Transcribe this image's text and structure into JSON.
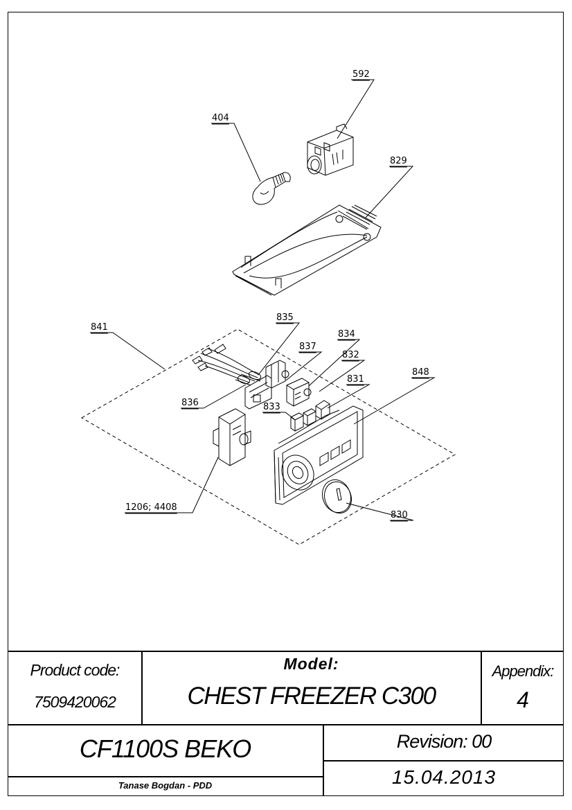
{
  "callouts": {
    "c404": "404",
    "c592": "592",
    "c829": "829",
    "c835": "835",
    "c841": "841",
    "c837": "837",
    "c834": "834",
    "c832": "832",
    "c848": "848",
    "c831": "831",
    "c836": "836",
    "c833": "833",
    "c1206": "1206; 4408",
    "c830": "830"
  },
  "title_block": {
    "product_code_label": "Product code:",
    "product_code": "7509420062",
    "model_label": "Model:",
    "model": "CHEST FREEZER C300",
    "appendix_label": "Appendix:",
    "appendix": "4",
    "product_name": "CF1100S BEKO",
    "revision": "Revision: 00",
    "date": "15.04.2013",
    "author": "Tanase Bogdan - PDD"
  }
}
